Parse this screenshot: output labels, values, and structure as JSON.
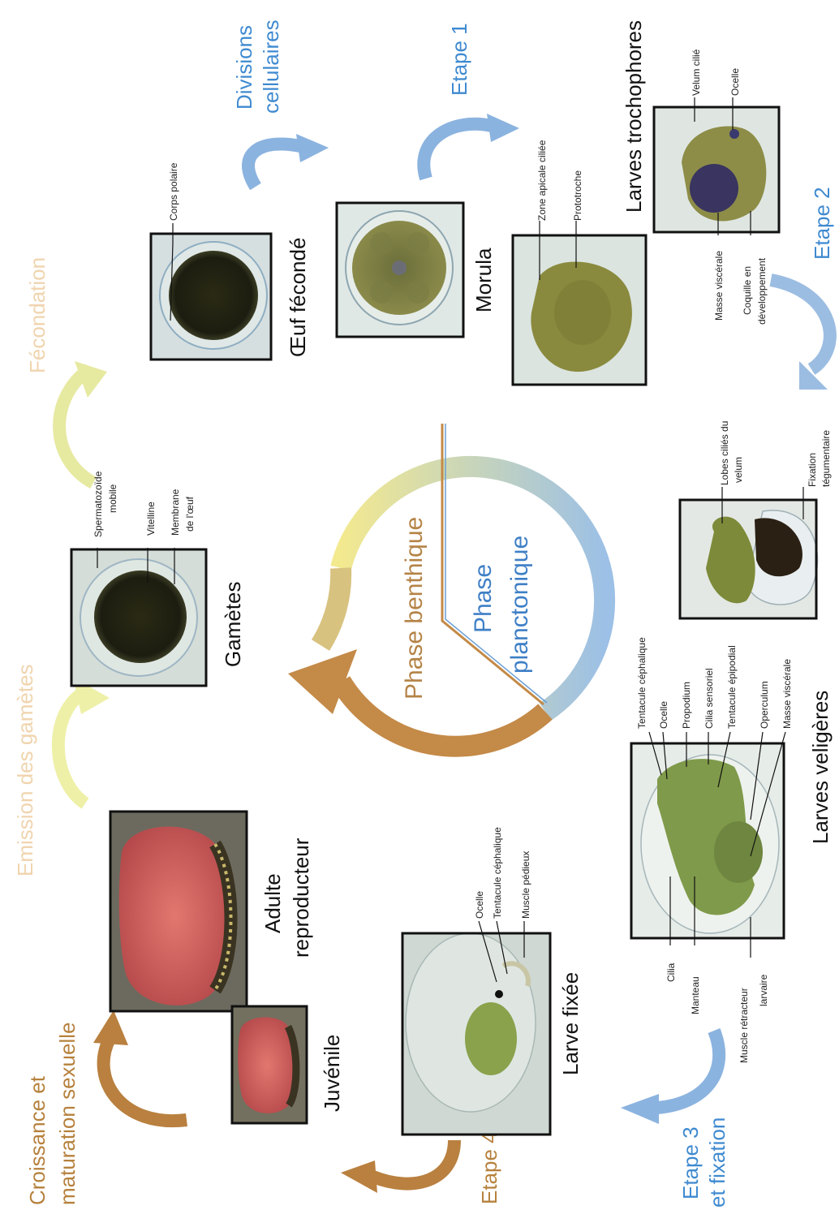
{
  "center": {
    "phase_benthic": "Phase benthique",
    "phase_planktonic_1": "Phase",
    "phase_planktonic_2": "planctonique"
  },
  "steps": {
    "emission": "Emission des gamètes",
    "fecondation": "Fécondation",
    "divisions_1": "Divisions",
    "divisions_2": "cellulaires",
    "etape1": "Etape 1",
    "etape2": "Etape 2",
    "etape3_1": "Etape 3",
    "etape3_2": "et fixation",
    "etape4": "Etape 4",
    "croissance_1": "Croissance et",
    "croissance_2": "maturation sexuelle"
  },
  "stages": {
    "gametes": "Gamètes",
    "oeuf": "Œuf fécondé",
    "morula": "Morula",
    "trochophores": "Larves trochophores",
    "veligeres": "Larves veligères",
    "larve_fixee": "Larve fixée",
    "juvenile": "Juvénile",
    "adulte_1": "Adulte",
    "adulte_2": "reproducteur"
  },
  "labels": {
    "gametes": [
      "Spermatozoïde",
      "mobile",
      "Vitelline",
      "Membrane",
      "de l'œuf"
    ],
    "oeuf": [
      "Corps polaire"
    ],
    "morula": [
      "Zone apicale ciliée",
      "Prototroche"
    ],
    "trocho": [
      "Velum cilié",
      "Ocelle",
      "Masse viscérale",
      "Coquille en",
      "développement"
    ],
    "velum": [
      "Lobes ciliés du",
      "velum",
      "Fixation",
      "tégumentaire"
    ],
    "veliger": [
      "Tentacule céphalique",
      "Ocelle",
      "Propodium",
      "Cilia sensoriel",
      "Tentacule épipodial",
      "Operculum",
      "Masse viscérale",
      "Cilia",
      "Manteau",
      "Muscle rétracteur",
      "larvaire"
    ],
    "fixee": [
      "Ocelle",
      "Tentacule céphalique",
      "Muscle pédieux"
    ]
  },
  "colors": {
    "blue_arrow": "#8bb3df",
    "brown_arrow": "#b9803f",
    "yellow_arrow": "#eef0a8",
    "ring_yellow": "#f3ea9a",
    "ring_blue": "#9cc0e6",
    "ring_brown": "#c68a45"
  }
}
